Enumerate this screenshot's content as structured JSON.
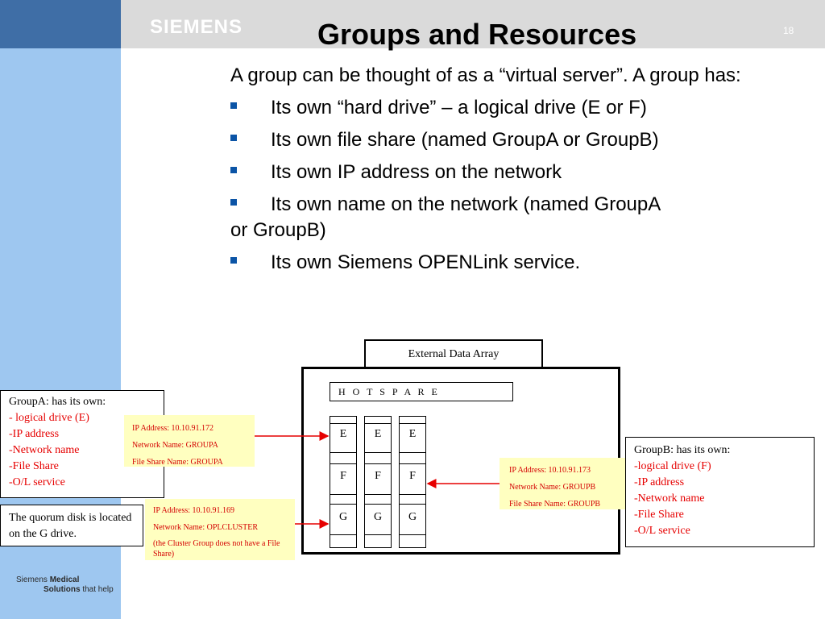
{
  "header": {
    "logo": "SIEMENS",
    "title": "Groups and Resources",
    "page_number": "18"
  },
  "body": {
    "intro": "A group can be thought of as a “virtual server”.  A group has:",
    "bullets": [
      "Its own “hard drive” – a logical drive (E or F)",
      "Its own file share (named GroupA or GroupB)",
      "Its own IP address on the network",
      "Its own name on the network (named GroupA",
      "Its own Siemens OPENLink service."
    ],
    "bullet4_continuation": "or GroupB)"
  },
  "groupA": {
    "heading": "GroupA:  has its own:",
    "items": [
      "- logical drive (E)",
      "-IP address",
      "-Network name",
      "-File Share",
      "-O/L service"
    ]
  },
  "quorum": {
    "text": "The quorum disk is located on the G drive."
  },
  "groupB": {
    "heading": "GroupB:  has its own:",
    "items": [
      "-logical drive (F)",
      "-IP address",
      "-Network name",
      "-File Share",
      "-O/L service"
    ]
  },
  "array": {
    "label": "External Data Array",
    "hot_spare": "H O T    S P A R E",
    "columns": [
      {
        "cells": [
          "E",
          "F",
          "G"
        ]
      },
      {
        "cells": [
          "E",
          "F",
          "G"
        ]
      },
      {
        "cells": [
          "E",
          "F",
          "G"
        ]
      }
    ]
  },
  "callouts": {
    "groupA": {
      "ip": "IP Address:  10.10.91.172",
      "name": "Network Name:  GROUPA",
      "share": "File Share Name:  GROUPA"
    },
    "groupB": {
      "ip": "IP Address:  10.10.91.173",
      "name": "Network Name:  GROUPB",
      "share": "File Share Name:  GROUPB"
    },
    "cluster": {
      "ip": "IP Address:  10.10.91.169",
      "name": "Network Name:  OPLCLUSTER",
      "note": "(the Cluster Group does not have a File Share)"
    }
  },
  "footer": {
    "line1_prefix": "Siemens ",
    "line1_bold": "Medical",
    "line2_bold": "Solutions",
    "line2_suffix": " that help"
  },
  "colors": {
    "header_blue": "#3f6ea6",
    "sidebar_blue": "#9ec7f0",
    "header_gray": "#dadada",
    "bullet_blue": "#0b54a6",
    "callout_yellow": "#ffffc0",
    "accent_red": "#e60000"
  }
}
